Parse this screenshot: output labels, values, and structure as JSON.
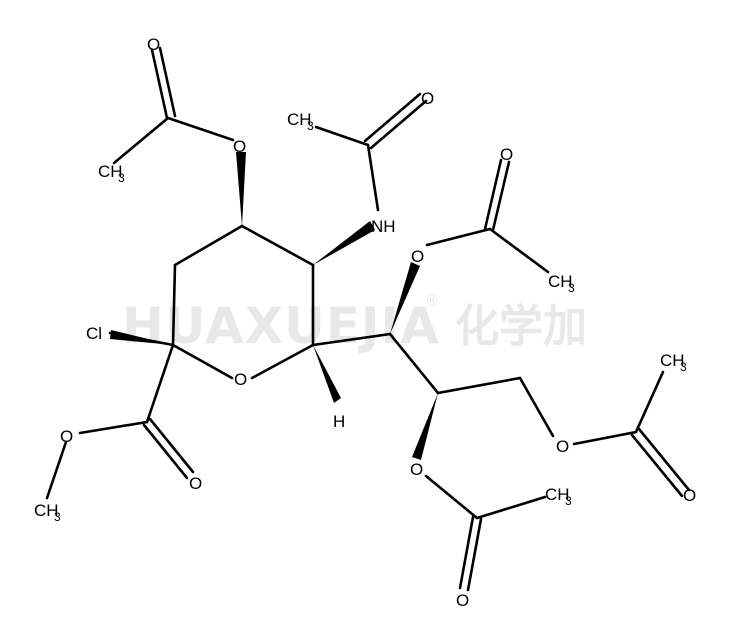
{
  "watermark": {
    "latin": "HUAXUEJIA",
    "registered": "®",
    "cjk": "化学加"
  },
  "atoms": {
    "o_carbonyl_top": "O",
    "ch3_top_left": "CH",
    "ch3_top_left_sub": "3",
    "o_ester_top": "O",
    "ch3_amide": "CH",
    "ch3_amide_sub": "3",
    "o_amide": "O",
    "nh": "NH",
    "o_ester_mid": "O",
    "o_carbonyl_mid": "O",
    "ch3_mid_right": "CH",
    "ch3_mid_right_sub": "3",
    "cl": "Cl",
    "o_ring": "O",
    "h": "H",
    "o_methoxy": "O",
    "ch3_methoxy": "CH",
    "ch3_methoxy_sub": "3",
    "o_ester_carbonyl": "O",
    "o_ester_low": "O",
    "ch3_low": "CH",
    "ch3_low_sub": "3",
    "o_carbonyl_low": "O",
    "o_ester_right": "O",
    "ch3_right": "CH",
    "ch3_right_sub": "3",
    "o_carbonyl_right": "O"
  }
}
